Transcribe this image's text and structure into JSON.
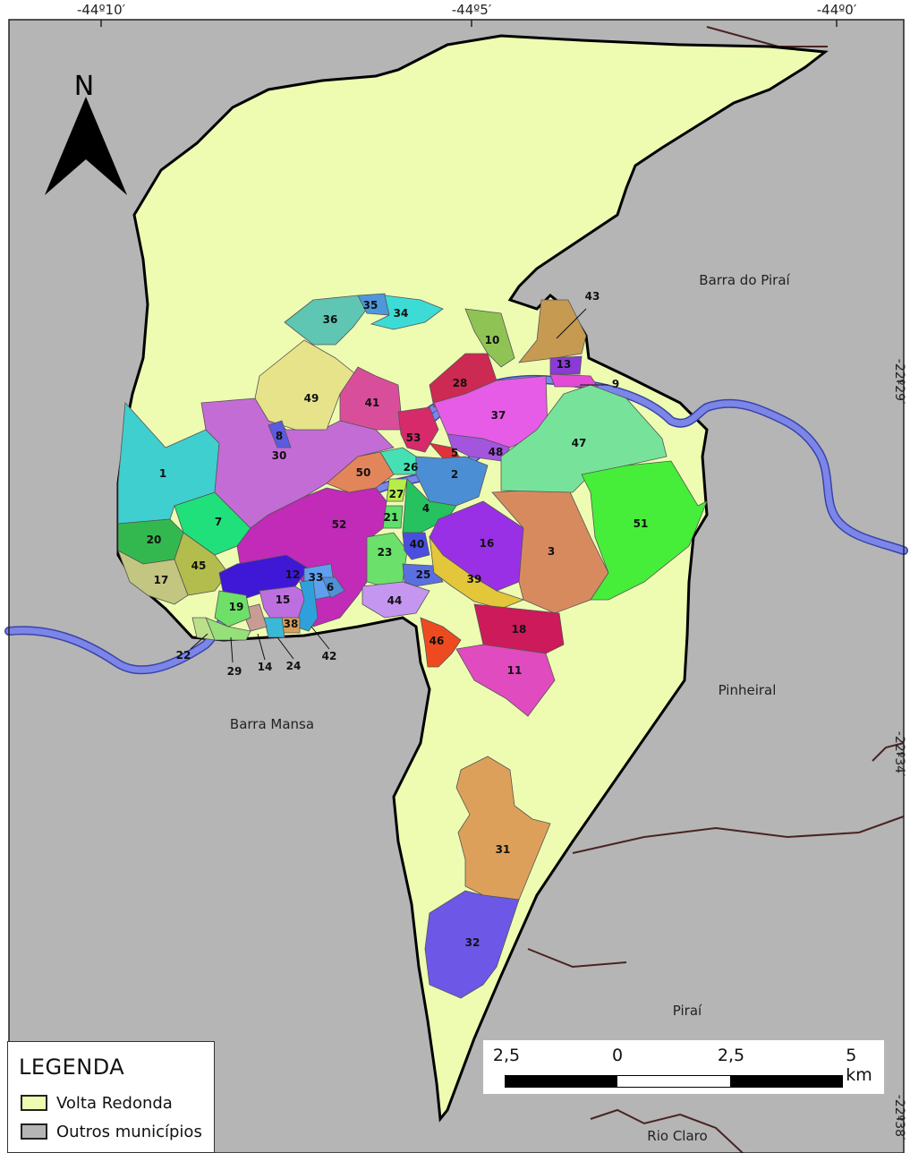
{
  "map": {
    "top_coords": [
      "-44º10′",
      "-44º5′",
      "-44º0′"
    ],
    "right_coords": [
      "-22º29′",
      "-22º34′",
      "-22º38′"
    ],
    "north_label": "N",
    "municipalities": [
      "Barra do Piraí",
      "Pinheiral",
      "Barra Mansa",
      "Piraí",
      "Rio Claro"
    ],
    "district_numbers": [
      "1",
      "2",
      "3",
      "4",
      "5",
      "6",
      "7",
      "8",
      "9",
      "10",
      "11",
      "12",
      "13",
      "14",
      "15",
      "16",
      "17",
      "18",
      "19",
      "20",
      "21",
      "22",
      "23",
      "24",
      "25",
      "26",
      "27",
      "28",
      "29",
      "30",
      "31",
      "32",
      "33",
      "34",
      "35",
      "36",
      "37",
      "38",
      "39",
      "40",
      "41",
      "42",
      "43",
      "44",
      "45",
      "46",
      "47",
      "48",
      "49",
      "50",
      "51",
      "52",
      "53"
    ],
    "colors": {
      "volta_redonda": "#eefcb2",
      "outros": "#b5b5b5",
      "river": "#7b86e8"
    }
  },
  "legend": {
    "title": "LEGENDA",
    "items": [
      {
        "label": "Volta Redonda",
        "color": "#eefcb2"
      },
      {
        "label": "Outros municípios",
        "color": "#b5b5b5"
      }
    ]
  },
  "scale": {
    "labels": [
      "2,5",
      "0",
      "2,5",
      "5 km"
    ]
  }
}
